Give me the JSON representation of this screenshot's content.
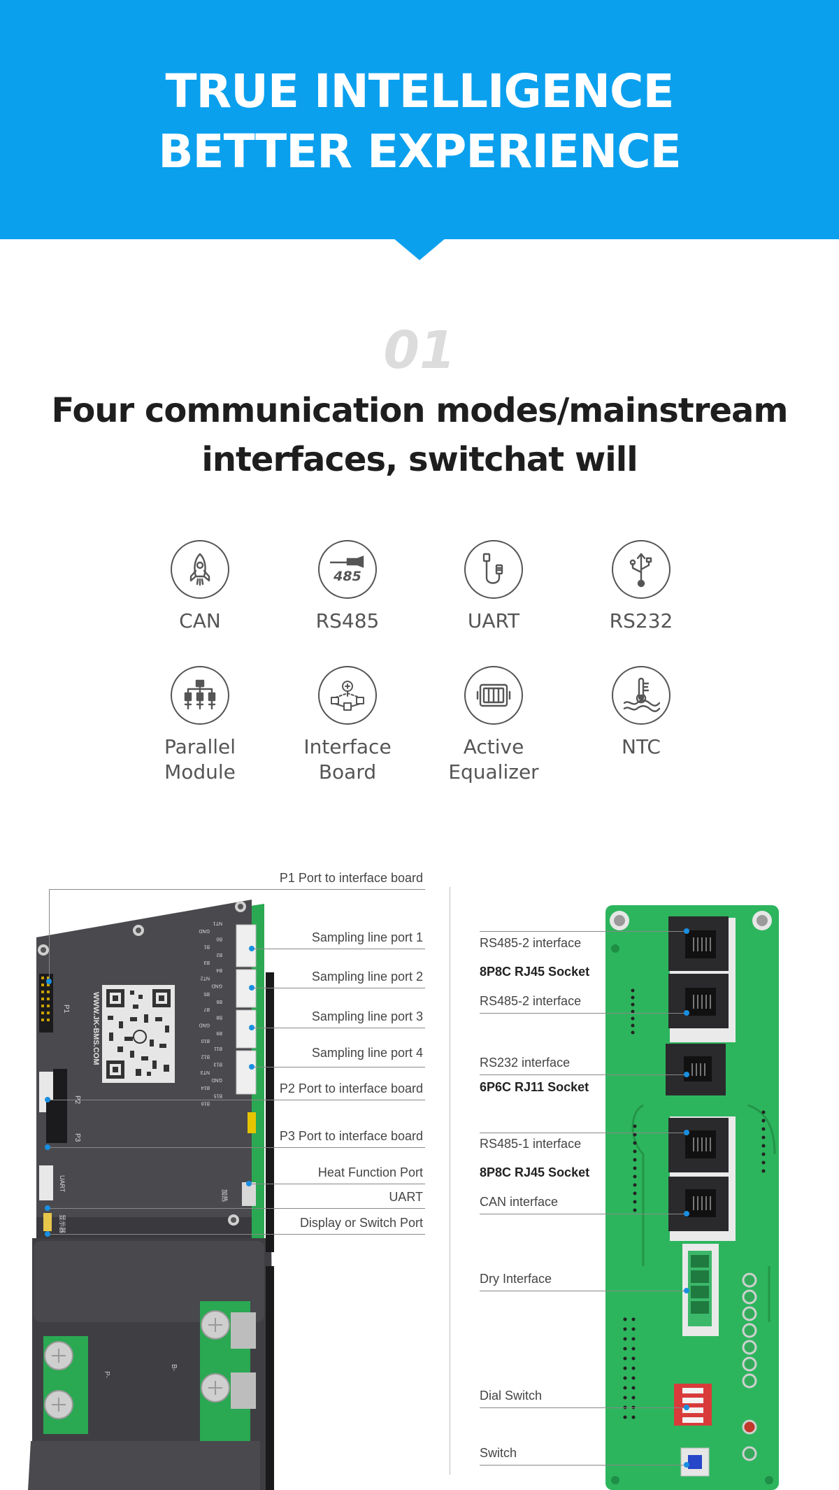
{
  "banner": {
    "line1": "TRUE INTELLIGENCE",
    "line2": "BETTER EXPERIENCE"
  },
  "section": {
    "number": "01",
    "title_line1": "Four communication modes/mainstream",
    "title_line2": "interfaces, switchat will"
  },
  "features": [
    {
      "icon": "rocket-icon",
      "label1": "CAN",
      "label2": ""
    },
    {
      "icon": "rs485-connector-icon",
      "label1": "RS485",
      "label2": "",
      "icon_text": "485"
    },
    {
      "icon": "uart-cable-icon",
      "label1": "UART",
      "label2": ""
    },
    {
      "icon": "usb-icon",
      "label1": "RS232",
      "label2": ""
    },
    {
      "icon": "parallel-module-icon",
      "label1": "Parallel",
      "label2": "Module"
    },
    {
      "icon": "interface-board-icon",
      "label1": "Interface",
      "label2": "Board"
    },
    {
      "icon": "active-equalizer-icon",
      "label1": "Active",
      "label2": "Equalizer"
    },
    {
      "icon": "thermometer-icon",
      "label1": "NTC",
      "label2": ""
    }
  ],
  "left_board": {
    "labels": [
      "P1 Port to interface board",
      "Sampling line port 1",
      "Sampling line port 2",
      "Sampling line port 3",
      "Sampling line port 4",
      "P2 Port to interface board",
      "P3 Port to interface board",
      "Heat Function Port",
      "UART",
      "Display or Switch Port"
    ],
    "silk": {
      "p1": "P1",
      "p2": "P2",
      "p3": "P3",
      "uart": "UART",
      "website": "WWW.JK-BMS.COM",
      "heat": "加热",
      "display": "显示器",
      "pminus": "P-",
      "bminus": "B-",
      "pins": [
        "NT1",
        "GND",
        "B0",
        "B1",
        "B2",
        "B3",
        "B4",
        "NT2",
        "GND",
        "B5",
        "B6",
        "B7",
        "B8",
        "GND",
        "B9",
        "B10",
        "B11",
        "B12",
        "B13",
        "NT3",
        "GND",
        "B14",
        "B15",
        "B16"
      ]
    }
  },
  "right_board": {
    "labels": [
      {
        "text": "RS485-2 interface",
        "bold": false
      },
      {
        "text": "8P8C RJ45 Socket",
        "bold": true
      },
      {
        "text": "RS485-2 interface",
        "bold": false
      },
      {
        "text": "RS232 interface",
        "bold": false
      },
      {
        "text": "6P6C RJ11 Socket",
        "bold": true
      },
      {
        "text": "RS485-1 interface",
        "bold": false
      },
      {
        "text": "8P8C RJ45 Socket",
        "bold": true
      },
      {
        "text": "CAN interface",
        "bold": false
      },
      {
        "text": "Dry Interface",
        "bold": false
      },
      {
        "text": "Dial Switch",
        "bold": false
      },
      {
        "text": "Switch",
        "bold": false
      }
    ]
  },
  "colors": {
    "banner": "#0aa0ee",
    "pcb_green": "#2db55d",
    "bms_plate": "#4a4a4e",
    "callout_dot": "#1a8fe0"
  }
}
